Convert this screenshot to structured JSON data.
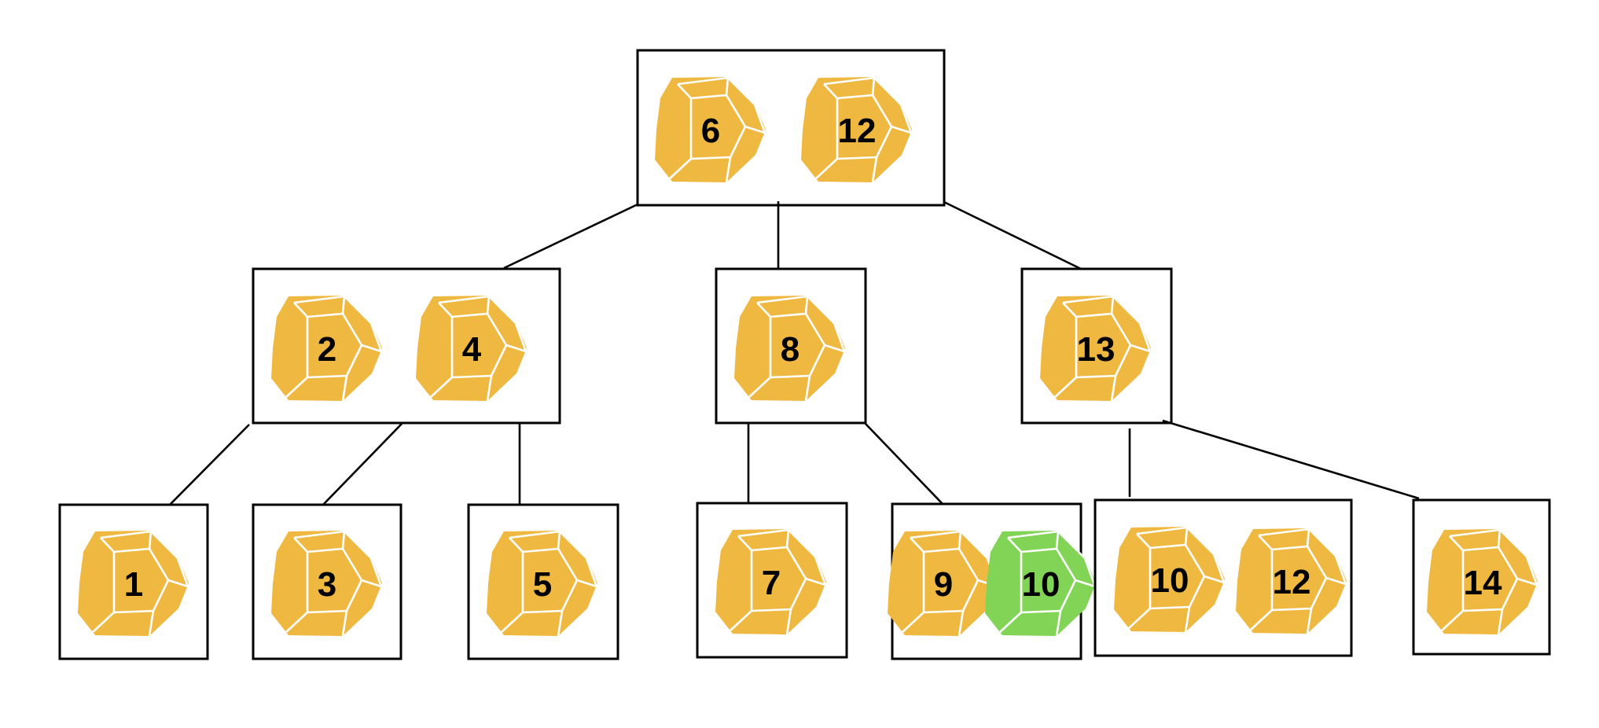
{
  "colors": {
    "key_fill": "#EFB941",
    "highlight_fill": "#82D456",
    "facet_stroke": "#ffffff",
    "line": "#000000",
    "text": "#000000"
  },
  "icon": "dodecahedron-icon",
  "tree": {
    "nodes": [
      {
        "id": "root",
        "keys": [
          {
            "label": "6"
          },
          {
            "label": "12"
          }
        ]
      },
      {
        "id": "mid-left",
        "keys": [
          {
            "label": "2"
          },
          {
            "label": "4"
          }
        ]
      },
      {
        "id": "mid-center",
        "keys": [
          {
            "label": "8"
          }
        ]
      },
      {
        "id": "mid-right",
        "keys": [
          {
            "label": "13"
          }
        ]
      },
      {
        "id": "leaf-1",
        "keys": [
          {
            "label": "1"
          }
        ]
      },
      {
        "id": "leaf-3",
        "keys": [
          {
            "label": "3"
          }
        ]
      },
      {
        "id": "leaf-5",
        "keys": [
          {
            "label": "5"
          }
        ]
      },
      {
        "id": "leaf-7",
        "keys": [
          {
            "label": "7"
          }
        ]
      },
      {
        "id": "leaf-9-10",
        "keys": [
          {
            "label": "9"
          },
          {
            "label": "10",
            "highlight": true
          }
        ]
      },
      {
        "id": "leaf-10-12",
        "keys": [
          {
            "label": "10"
          },
          {
            "label": "12"
          }
        ]
      },
      {
        "id": "leaf-14",
        "keys": [
          {
            "label": "14"
          }
        ]
      }
    ],
    "edges": [
      {
        "from": "root",
        "to": "mid-left"
      },
      {
        "from": "root",
        "to": "mid-center"
      },
      {
        "from": "root",
        "to": "mid-right"
      },
      {
        "from": "mid-left",
        "to": "leaf-1"
      },
      {
        "from": "mid-left",
        "to": "leaf-3"
      },
      {
        "from": "mid-left",
        "to": "leaf-5"
      },
      {
        "from": "mid-center",
        "to": "leaf-7"
      },
      {
        "from": "mid-center",
        "to": "leaf-9-10"
      },
      {
        "from": "mid-right",
        "to": "leaf-10-12"
      },
      {
        "from": "mid-right",
        "to": "leaf-14"
      }
    ]
  }
}
